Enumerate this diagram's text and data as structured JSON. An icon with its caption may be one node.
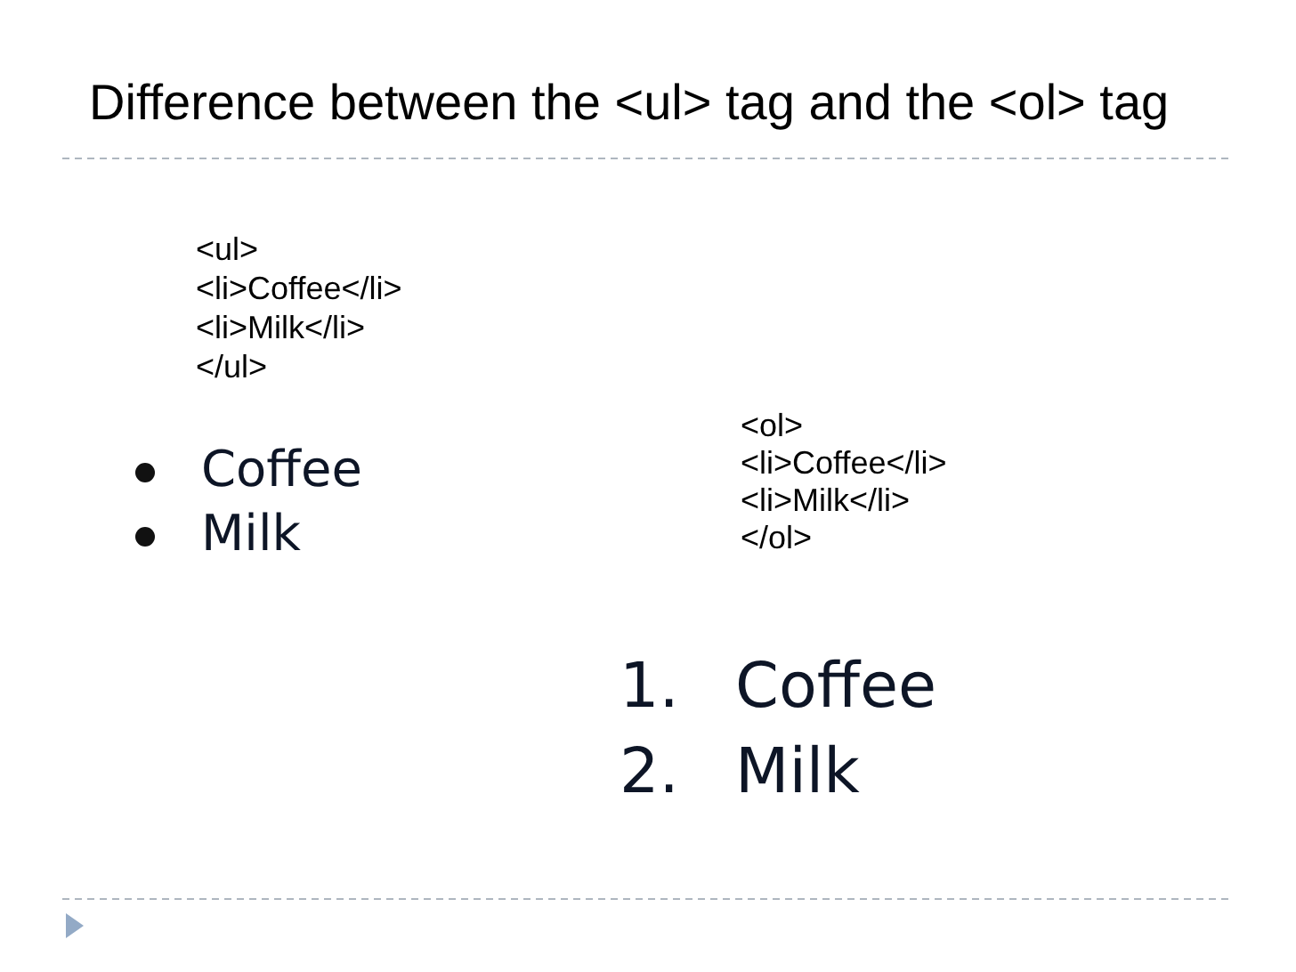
{
  "diagram": {
    "title": "Difference between the <ul> tag and the <ol> tag",
    "labels": [
      "<ul>",
      "<li>Coffee</li>",
      "<li>Milk</li>",
      "</ul>",
      "Coffee",
      "Milk",
      "<ol>",
      "<li>Coffee</li>",
      "<li>Milk</li>",
      "</ol>",
      "1.",
      "Coffee",
      "2.",
      "Milk"
    ]
  }
}
